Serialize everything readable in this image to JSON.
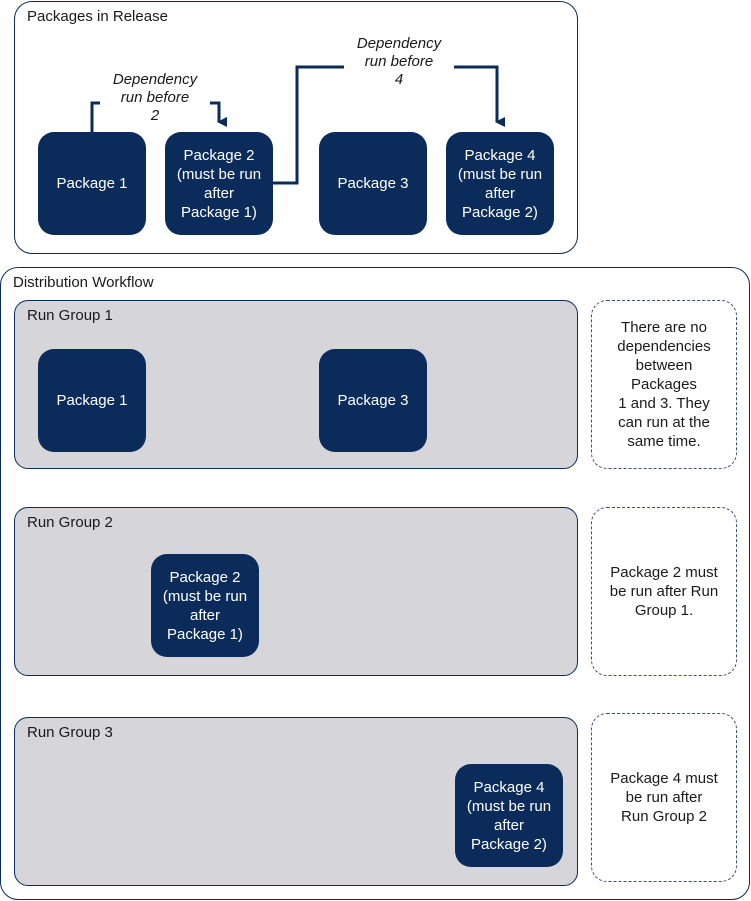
{
  "release_panel": {
    "title": "Packages in Release",
    "packages": [
      {
        "lines": [
          "Package 1"
        ]
      },
      {
        "lines": [
          "Package 2",
          "(must be run",
          "after",
          "Package 1)"
        ]
      },
      {
        "lines": [
          "Package 3"
        ]
      },
      {
        "lines": [
          "Package 4",
          "(must be run",
          "after",
          "Package 2)"
        ]
      }
    ],
    "dependency_1": [
      "Dependency",
      "run before",
      "2"
    ],
    "dependency_2": [
      "Dependency",
      "run before",
      "4"
    ]
  },
  "workflow_panel": {
    "title": "Distribution Workflow",
    "groups": [
      {
        "title": "Run Group 1",
        "packages": [
          {
            "lines": [
              "Package 1"
            ]
          },
          {
            "lines": [
              "Package 3"
            ]
          }
        ],
        "note": [
          "There are no",
          "dependencies",
          "between",
          "Packages",
          "1 and 3. They",
          "can run at the",
          "same time."
        ]
      },
      {
        "title": "Run Group 2",
        "packages": [
          {
            "lines": [
              "Package 2",
              "(must be run",
              "after",
              "Package 1)"
            ]
          }
        ],
        "note": [
          "Package 2 must",
          "be run  after Run",
          "Group 1."
        ]
      },
      {
        "title": "Run Group 3",
        "packages": [
          {
            "lines": [
              "Package 4",
              "(must be run",
              "after",
              "Package 2)"
            ]
          }
        ],
        "note": [
          "Package 4 must",
          "be run after",
          "Run Group 2"
        ]
      }
    ]
  },
  "colors": {
    "package_fill": "#0b2c5a",
    "group_fill": "#d5d5da",
    "border": "#0b2c5a"
  }
}
